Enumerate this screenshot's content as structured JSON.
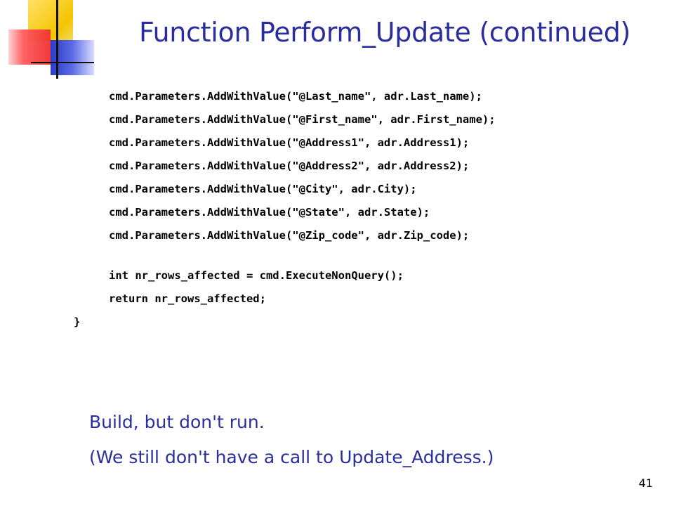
{
  "slide": {
    "title": "Function Perform_Update (continued)",
    "code": [
      "cmd.Parameters.AddWithValue(\"@Last_name\", adr.Last_name);",
      "cmd.Parameters.AddWithValue(\"@First_name\", adr.First_name);",
      "cmd.Parameters.AddWithValue(\"@Address1\", adr.Address1);",
      "cmd.Parameters.AddWithValue(\"@Address2\", adr.Address2);",
      "cmd.Parameters.AddWithValue(\"@City\", adr.City);",
      "cmd.Parameters.AddWithValue(\"@State\", adr.State);",
      "cmd.Parameters.AddWithValue(\"@Zip_code\", adr.Zip_code);",
      "int nr_rows_affected = cmd.ExecuteNonQuery();",
      "return nr_rows_affected;",
      "}"
    ],
    "notes": [
      "Build, but don't run.",
      "(We still don't have a call to Update_Address.)"
    ],
    "page_number": "41"
  },
  "colors": {
    "title": "#2a2e9c",
    "code": "#000000",
    "background": "#ffffff"
  }
}
